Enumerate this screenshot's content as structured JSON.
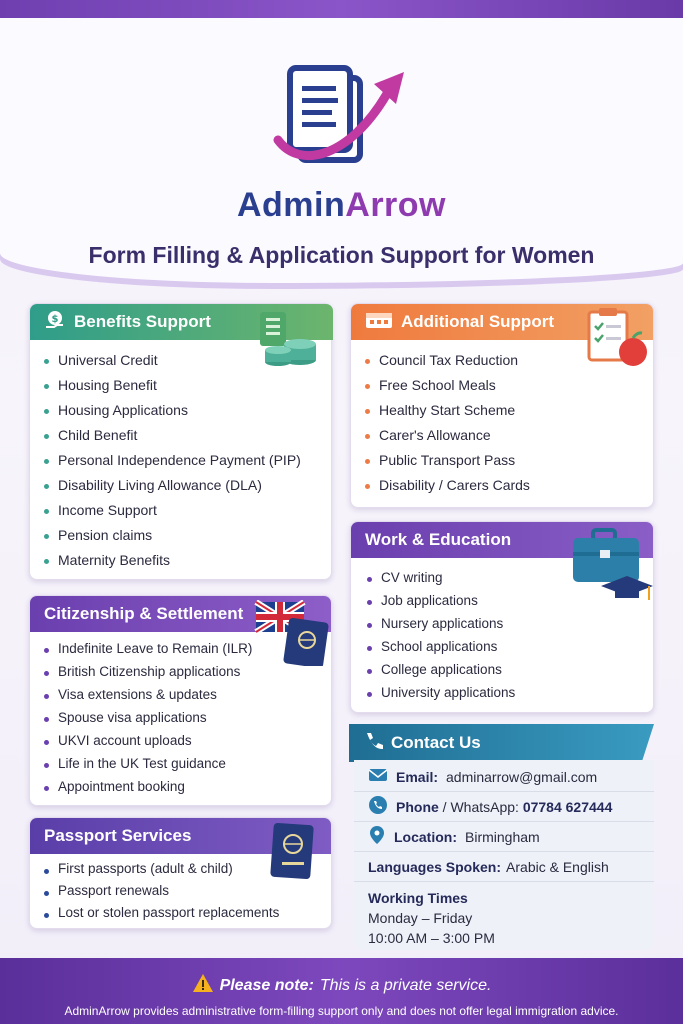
{
  "brand": {
    "part1": "Admin",
    "part2": "Arrow"
  },
  "tagline": "Form Filling & Application Support for Women",
  "colors": {
    "teal": "#3aa090",
    "orange": "#ee7a45",
    "purple": "#6a3fae",
    "blue": "#2a6f98"
  },
  "benefits": {
    "title": "Benefits Support",
    "items": [
      "Universal Credit",
      "Housing Benefit",
      "Housing Applications",
      "Child Benefit",
      "Personal Independence Payment (PIP)",
      "Disability Living Allowance (DLA)",
      "Income Support",
      "Pension claims",
      "Maternity Benefits"
    ]
  },
  "additional": {
    "title": "Additional Support",
    "items": [
      "Council Tax Reduction",
      "Free School Meals",
      "Healthy Start Scheme",
      "Carer's Allowance",
      "Public Transport Pass",
      "Disability / Carers Cards"
    ]
  },
  "citizenship": {
    "title": "Citizenship & Settlement",
    "items": [
      "Indefinite Leave to Remain (ILR)",
      "British Citizenship applications",
      "Visa extensions & updates",
      "Spouse visa applications",
      "UKVI account uploads",
      "Life in the UK Test guidance",
      "Appointment booking"
    ]
  },
  "work": {
    "title": "Work & Education",
    "items": [
      "CV writing",
      "Job applications",
      "Nursery applications",
      "School applications",
      "College applications",
      "University applications"
    ]
  },
  "passport": {
    "title": "Passport Services",
    "items": [
      "First passports (adult & child)",
      "Passport renewals",
      "Lost or stolen passport replacements"
    ]
  },
  "contact": {
    "title": "Contact Us",
    "email_label": "Email:",
    "email_value": "adminarrow@gmail.com",
    "phone_label": "Phone",
    "phone_sep": " / WhatsApp: ",
    "phone_value": "07784 627444",
    "location_label": "Location:",
    "location_value": "Birmingham",
    "languages_label": "Languages Spoken:",
    "languages_value": "Arabic & English",
    "times_label": "Working Times",
    "times_days": "Monday – Friday",
    "times_hours": "10:00 AM – 3:00 PM"
  },
  "footer": {
    "note_label": "Please note:",
    "note_text": "This is a private service.",
    "disclaimer": "AdminArrow provides administrative form-filling support only and does not offer legal immigration advice."
  },
  "icons": {
    "logo": "document-arrow-icon",
    "benefits": "money-hand-icon",
    "benefits_art": "cash-coins-icon",
    "additional": "calendar-icon",
    "additional_art": "clipboard-apple-icon",
    "work_art": "briefcase-graduation-icon",
    "citizenship_art": "uk-flag-passport-icon",
    "passport_art": "passport-icon",
    "contact": "phone-icon",
    "email": "mail-icon",
    "whatsapp": "whatsapp-icon",
    "location": "map-pin-icon",
    "warning": "warning-icon"
  }
}
